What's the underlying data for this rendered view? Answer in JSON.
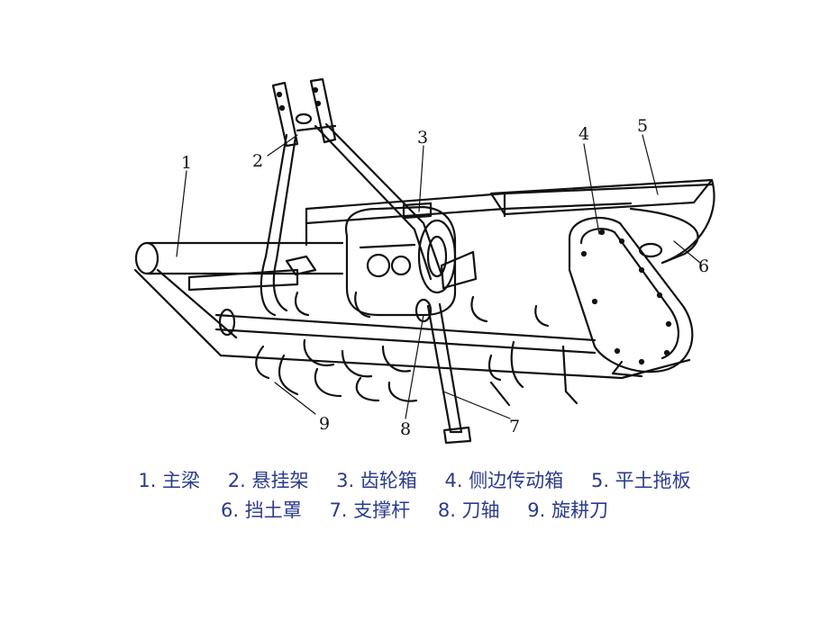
{
  "callouts": [
    "1",
    "2",
    "3",
    "4",
    "5",
    "6",
    "7",
    "8",
    "9"
  ],
  "legend": {
    "line1": [
      "1. 主梁",
      "2. 悬挂架",
      "3. 齿轮箱",
      "4. 侧边传动箱",
      "5. 平土拖板"
    ],
    "line2": [
      "6. 挡土罩",
      "7. 支撑杆",
      "8. 刀轴",
      "9. 旋耕刀"
    ]
  },
  "colors": {
    "ink": "#111111",
    "caption": "#2b3a8c"
  }
}
